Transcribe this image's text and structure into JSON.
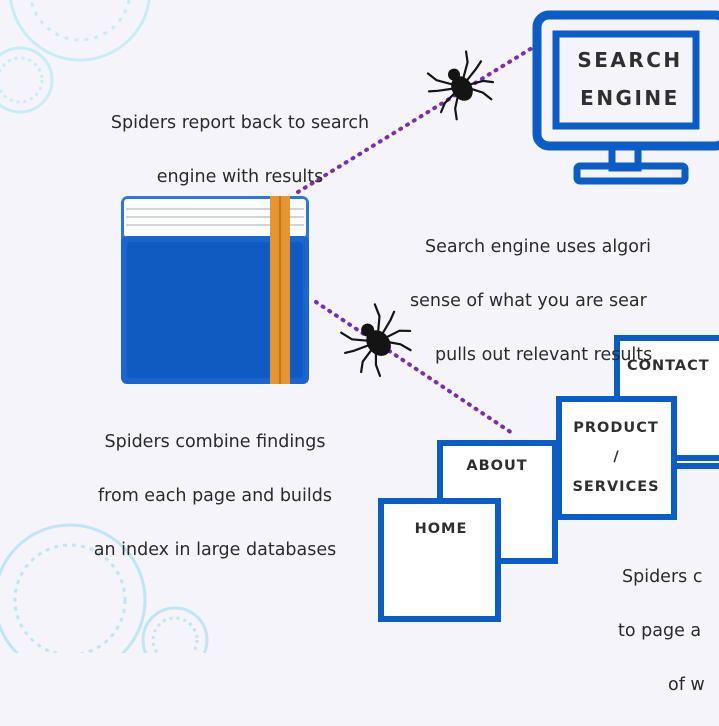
{
  "colors": {
    "background": "#f6f4fb",
    "primary_blue": "#0a5cc7",
    "book_blue": "#1a66cf",
    "book_band": "#e69532",
    "dotted_line": "#7a2fb0",
    "spider": "#141414",
    "deco_circle": "#bfe6f2",
    "text": "#2a2a2a"
  },
  "icons": [
    "spider-icon",
    "book-icon",
    "monitor-icon",
    "decorative-circle"
  ],
  "search_engine": {
    "screen_lines": [
      "SEARCH",
      "ENGINE"
    ]
  },
  "captions": {
    "spiders_report": [
      "Spiders report back to search",
      "engine with results"
    ],
    "search_engine_uses": [
      "Search engine uses algori",
      "sense of what you are sear",
      "pulls out relevant results"
    ],
    "spiders_combine": [
      "Spiders combine findings",
      "from each page and builds",
      "an index in large databases"
    ],
    "spiders_crawl": [
      "Spiders c",
      "to page a",
      "of w"
    ]
  },
  "pages": {
    "home": "HOME",
    "about": "ABOUT",
    "product_services": [
      "PRODUCT",
      "/",
      "SERVICES"
    ],
    "contact": "CONTACT"
  }
}
